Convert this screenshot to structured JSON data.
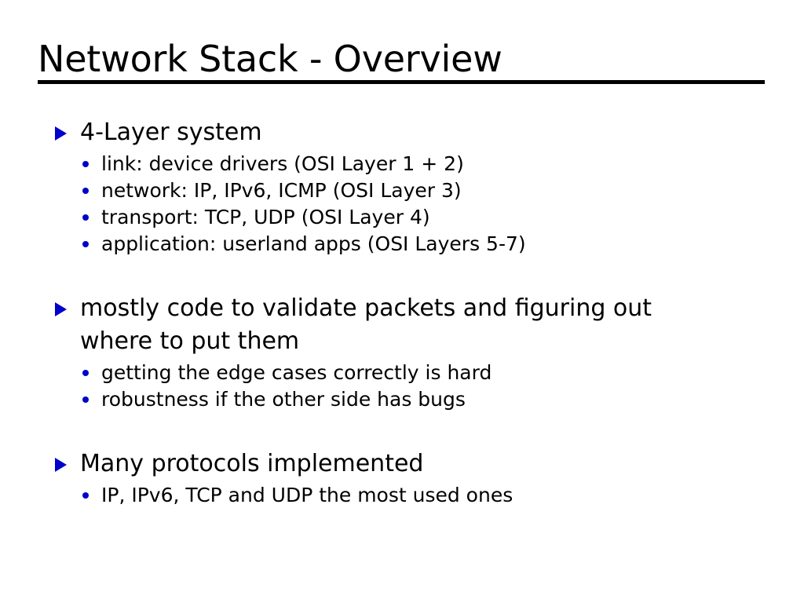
{
  "slide": {
    "title": "Network Stack - Overview",
    "accent_color": "#0000cc",
    "text_color": "#000000",
    "background_color": "#ffffff",
    "rule_color": "#000000",
    "bullet_level1_icon": "triangle-right-bullet",
    "bullet_level2_icon": "dot-bullet",
    "groups": [
      {
        "heading": "4-Layer system",
        "items": [
          "link: device drivers (OSI Layer 1 + 2)",
          "network: IP, IPv6, ICMP (OSI Layer 3)",
          "transport: TCP, UDP (OSI Layer 4)",
          "application: userland apps (OSI Layers 5-7)"
        ]
      },
      {
        "heading": "mostly code to validate packets and figuring out where to put them",
        "items": [
          "getting the edge cases correctly is hard",
          "robustness if the other side has bugs"
        ]
      },
      {
        "heading": "Many protocols implemented",
        "items": [
          "IP, IPv6, TCP and UDP the most used ones"
        ]
      }
    ]
  }
}
